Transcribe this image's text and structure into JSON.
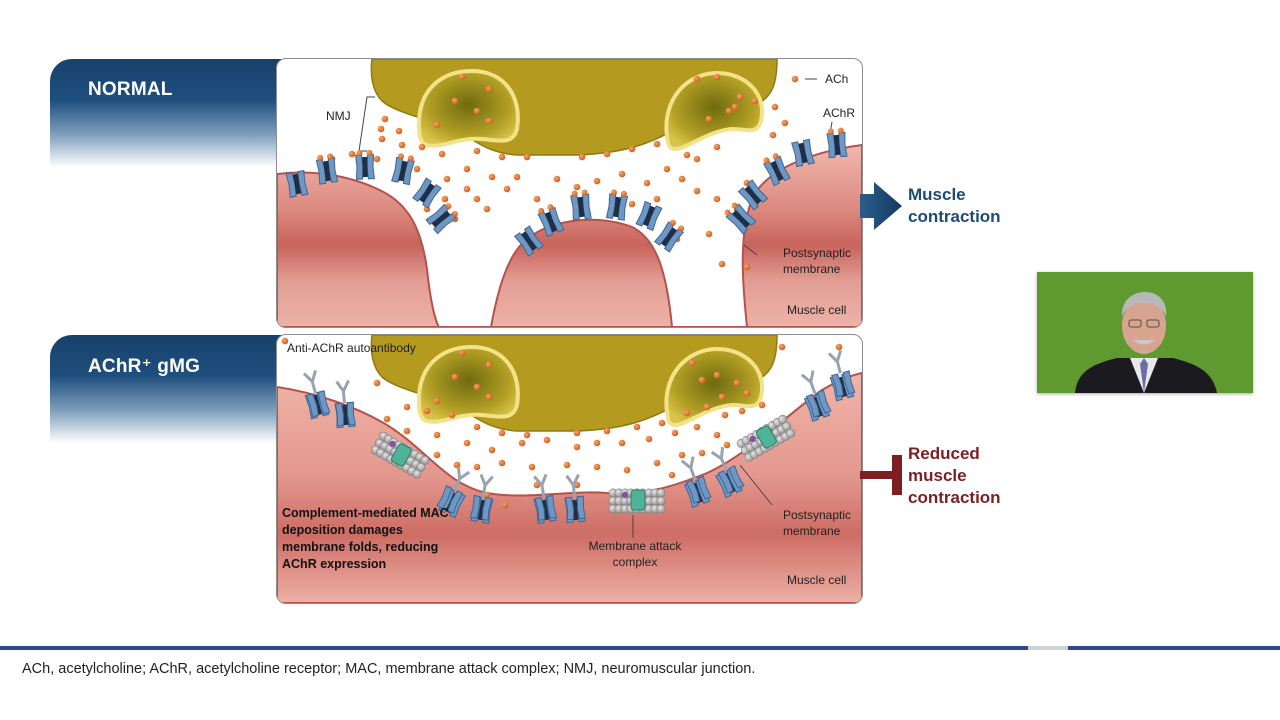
{
  "panels": {
    "normal": {
      "tab_label": "NORMAL",
      "labels": {
        "ach": "ACh",
        "achr": "AChR",
        "nmj": "NMJ",
        "postsynaptic": "Postsynaptic membrane",
        "muscle_cell": "Muscle cell"
      },
      "outcome": "Muscle contraction"
    },
    "gmg": {
      "tab_label": "AChR⁺ gMG",
      "labels": {
        "autoantibody": "Anti-AChR autoantibody",
        "mac": "Membrane attack complex",
        "postsynaptic": "Postsynaptic membrane",
        "muscle_cell": "Muscle cell"
      },
      "note": "Complement-mediated MAC deposition damages membrane folds, reducing AChR expression",
      "outcome": "Reduced muscle contraction"
    }
  },
  "footer": {
    "abbreviations": "ACh, acetylcholine; AChR, acetylcholine receptor; MAC, membrane attack complex; NMJ, neuromuscular junction."
  },
  "colors": {
    "navy": "#1d4a76",
    "maroon": "#7d1e22",
    "nerve_gold": "#b49a1e",
    "muscle_pink": "#d9847b",
    "receptor_blue": "#6f97c4",
    "ach_orange": "#e4702a",
    "footer_blue": "#2f4a8f",
    "webcam_green": "#5e9a2f"
  }
}
